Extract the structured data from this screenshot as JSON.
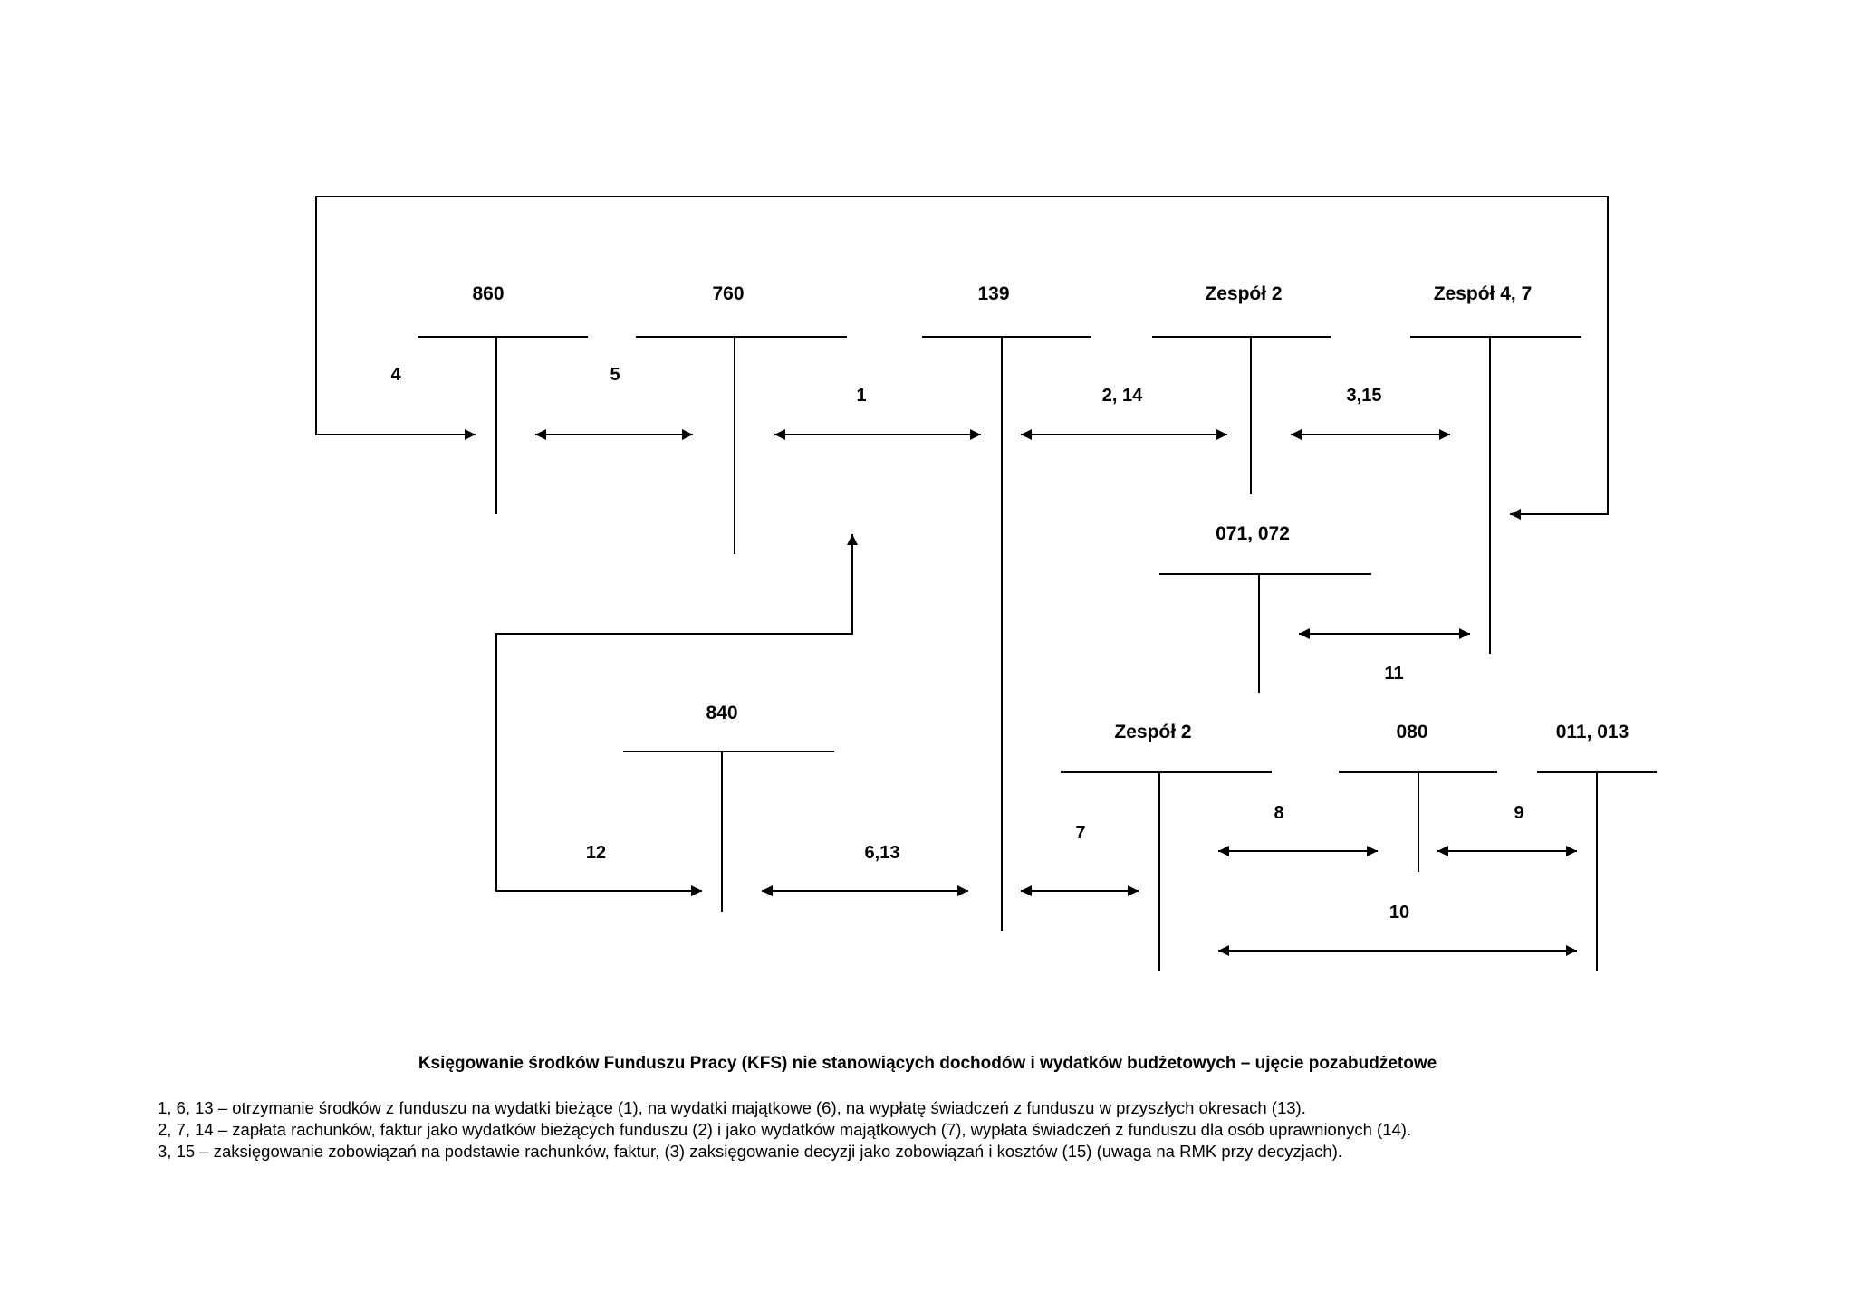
{
  "diagram": {
    "accounts": {
      "a860": "860",
      "a760": "760",
      "a139": "139",
      "zespol2_top": "Zespół 2",
      "zespol47": "Zespół 4, 7",
      "a071_072": "071, 072",
      "a840": "840",
      "zespol2_bottom": "Zespół 2",
      "a080": "080",
      "a011_013": "011, 013"
    },
    "operations": {
      "op4": "4",
      "op5": "5",
      "op1": "1",
      "op2_14": "2, 14",
      "op3_15": "3,15",
      "op11": "11",
      "op12": "12",
      "op6_13": "6,13",
      "op7": "7",
      "op8": "8",
      "op9": "9",
      "op10": "10"
    }
  },
  "caption": "Księgowanie środków Funduszu Pracy (KFS) nie stanowiących dochodów i wydatków budżetowych – ujęcie pozabudżetowe",
  "legend": [
    "1, 6, 13 – otrzymanie środków z funduszu na wydatki bieżące (1), na wydatki majątkowe (6), na wypłatę świadczeń z funduszu w przyszłych okresach (13).",
    "2, 7, 14 – zapłata rachunków, faktur jako wydatków bieżących funduszu (2) i jako wydatków majątkowych (7), wypłata świadczeń z funduszu dla osób uprawnionych (14).",
    "3, 15 – zaksięgowanie zobowiązań na podstawie rachunków, faktur, (3) zaksięgowanie decyzji jako zobowiązań i kosztów (15) (uwaga na RMK przy decyzjach)."
  ]
}
